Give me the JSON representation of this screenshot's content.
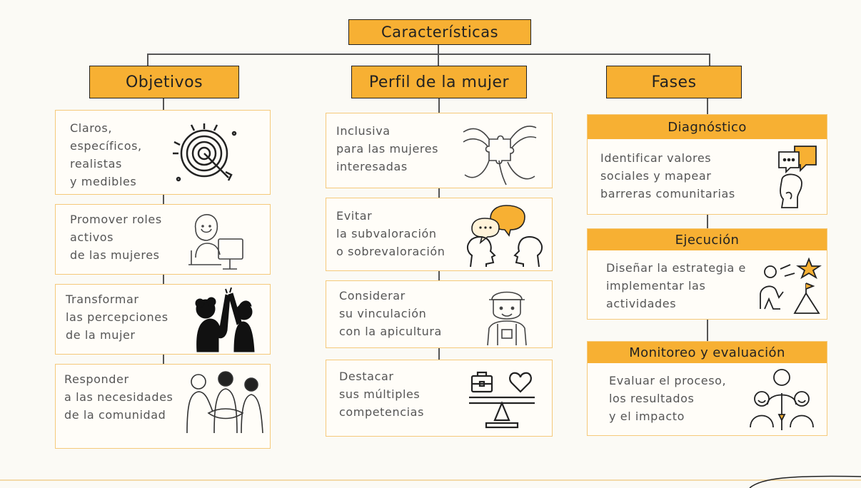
{
  "root": {
    "label": "Características"
  },
  "columns": [
    {
      "title": "Objetivos",
      "items": [
        {
          "text": "Claros,\nespecíficos,\nrealistas\ny medibles",
          "icon": "target-icon"
        },
        {
          "text": "Promover roles\nactivos\nde las mujeres",
          "icon": "woman-computer-icon"
        },
        {
          "text": "Transformar\nlas percepciones\nde la mujer",
          "icon": "women-high-five-icon"
        },
        {
          "text": "Responder\na las necesidades\nde la comunidad",
          "icon": "community-hands-icon"
        }
      ]
    },
    {
      "title": "Perfil de la mujer",
      "items": [
        {
          "text": "Inclusiva\npara las mujeres\ninteresadas",
          "icon": "puzzle-hands-icon"
        },
        {
          "text": "Evitar\nla subvaloración\no sobrevaloración",
          "icon": "dialogue-heads-icon"
        },
        {
          "text": "Considerar\nsu vinculación\ncon la apicultura",
          "icon": "beekeeper-icon"
        },
        {
          "text": "Destacar\nsus múltiples\ncompetencias",
          "icon": "balance-scale-icon"
        }
      ]
    },
    {
      "title": "Fases",
      "items": [
        {
          "header": "Diagnóstico",
          "text": "Identificar valores\nsociales y mapear\nbarreras comunitarias",
          "icon": "thinking-person-icon"
        },
        {
          "header": "Ejecución",
          "text": "Diseñar la estrategia e\nimplementar las\nactividades",
          "icon": "person-star-goal-icon"
        },
        {
          "header": "Monitoreo y evaluación",
          "text": "Evaluar el proceso,\nlos resultados\ny el impacto",
          "icon": "group-evaluation-icon"
        }
      ]
    }
  ],
  "colors": {
    "accent": "#f7b033",
    "card_border": "#f5c97a",
    "line": "#555555",
    "text": "#555555"
  }
}
